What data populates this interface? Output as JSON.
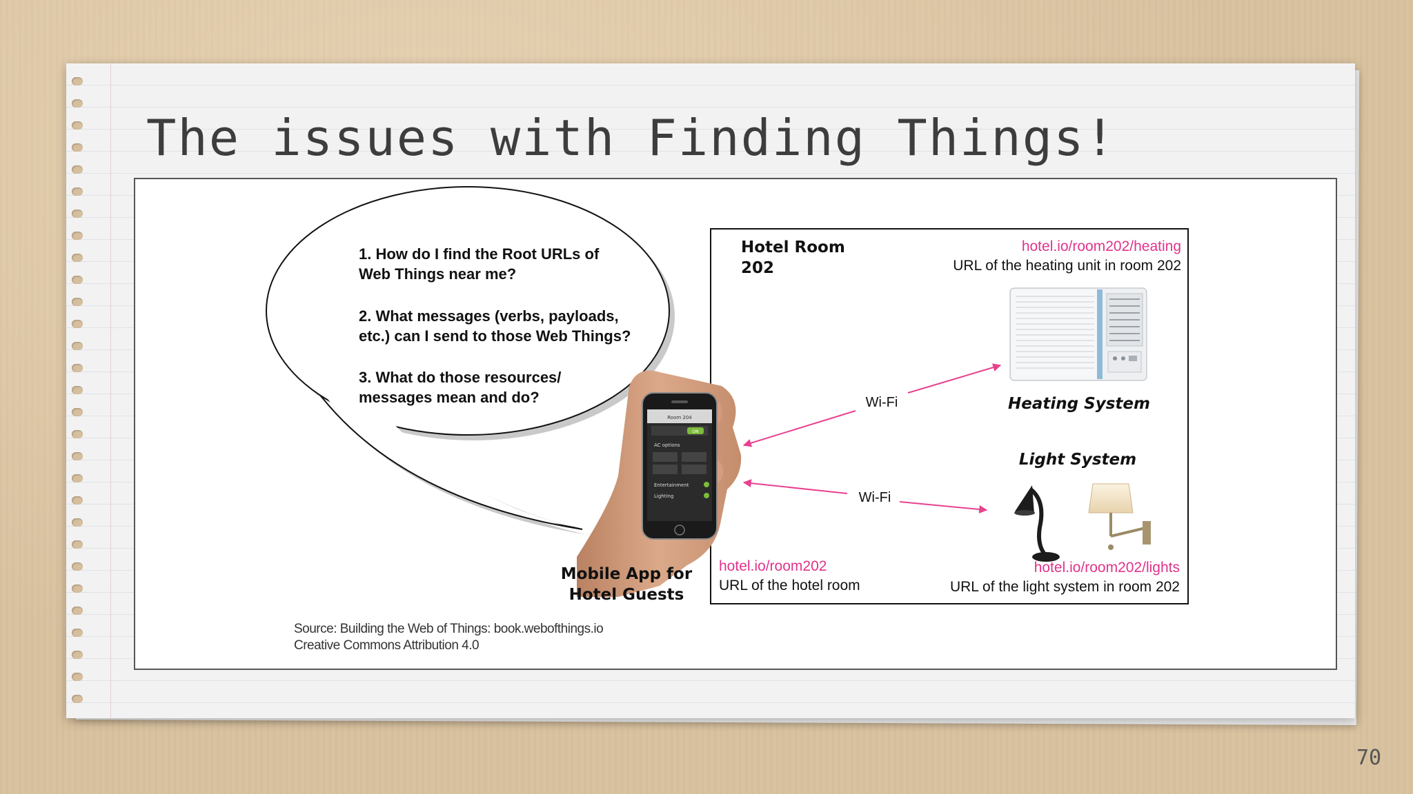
{
  "slide": {
    "title": "The issues with Finding Things!",
    "page_number": "70"
  },
  "speech_bubble": {
    "q1_line1": "1. How do I find the Root URLs of",
    "q1_line2": "Web Things near me?",
    "q2_line1": "2. What messages (verbs, payloads,",
    "q2_line2": "etc.) can I send to those Web Things?",
    "q3_line1": "3. What do those resources/",
    "q3_line2": "messages mean and do?"
  },
  "hotel_room": {
    "label_line1": "Hotel Room",
    "label_line2": "202",
    "url": "hotel.io/room202",
    "url_caption": "URL of the hotel room"
  },
  "heating": {
    "url": "hotel.io/room202/heating",
    "url_caption": "URL of the heating unit in room 202",
    "label": "Heating System"
  },
  "light": {
    "label": "Light System",
    "url": "hotel.io/room202/lights",
    "url_caption": "URL of the light system in room 202"
  },
  "links": {
    "wifi_top": "Wi-Fi",
    "wifi_bottom": "Wi-Fi"
  },
  "mobile_app": {
    "label_line1": "Mobile App for",
    "label_line2": "Hotel Guests",
    "screen_room": "Room 204",
    "screen_status": "ON",
    "screen_ac": "AC options",
    "screen_ent": "Entertainment",
    "screen_light": "Lighting"
  },
  "source": {
    "line1": "Source: Building the Web of Things: book.webofthings.io",
    "line2": "Creative Commons Attribution 4.0"
  },
  "colors": {
    "url_pink": "#e0338c",
    "arrow_pink": "#e8418f"
  }
}
